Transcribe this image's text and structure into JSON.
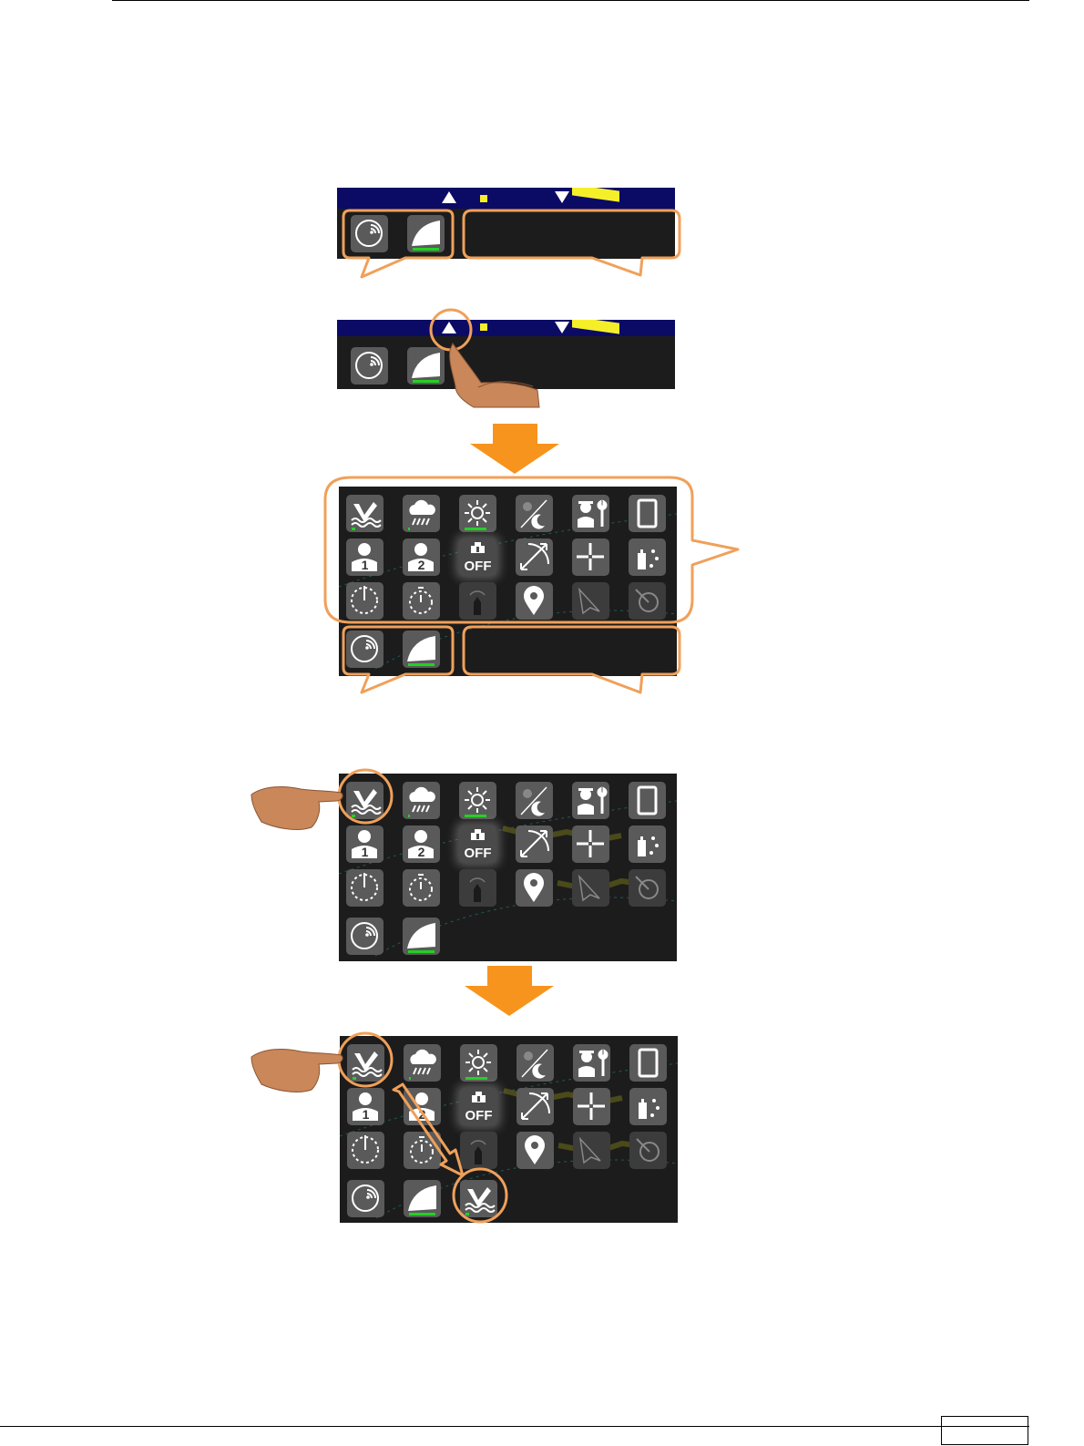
{
  "page": {
    "page_number": ""
  },
  "colors": {
    "callout_orange": "#f0a05a",
    "arrow_orange": "#f7941d",
    "radar_panel": "#1c1c1c",
    "radar_band": "#0b0b66",
    "echo_yellow": "#f5ef2a",
    "active_indicator": "#22d222",
    "button_grey": "#5a5a5a"
  },
  "toolbar": {
    "buttons": [
      {
        "icon": "radar-sweep-icon"
      },
      {
        "icon": "trail-curve-icon",
        "active": true
      }
    ]
  },
  "shortcut_grid": {
    "rows": [
      [
        "sea-clutter-icon",
        "rain-clutter-icon",
        "brilliance-icon",
        "day-night-icon",
        "maintenance-icon",
        "tablet-icon"
      ],
      [
        "user-1-icon",
        "user-2-icon",
        "off-center-icon",
        "range-rings-icon",
        "cursor-cross-icon",
        "target-tracking-icon"
      ],
      [
        "ebl-icon",
        "vrm-icon",
        "own-ship-heading-icon",
        "map-pin-icon",
        "arrow-marker-icon",
        "cpa-icon"
      ]
    ],
    "off_label": "OFF",
    "user_1_label": "1",
    "user_2_label": "2"
  }
}
